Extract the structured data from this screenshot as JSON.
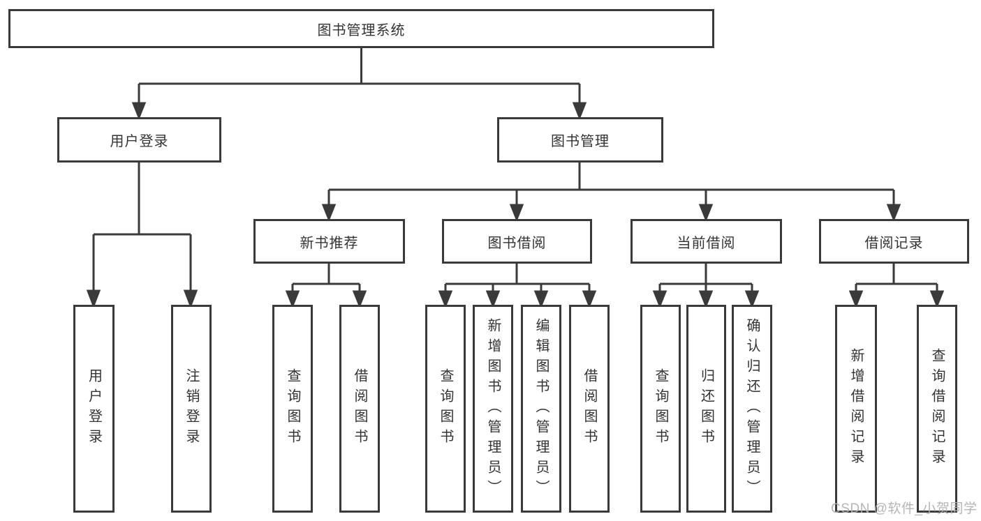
{
  "diagram": {
    "root": "图书管理系统",
    "level2": [
      "用户登录",
      "图书管理"
    ],
    "level3": [
      "新书推荐",
      "图书借阅",
      "当前借阅",
      "借阅记录"
    ],
    "leaves": {
      "user_login": [
        "用户登录",
        "注销登录"
      ],
      "new_books": [
        "查询图书",
        "借阅图书"
      ],
      "book_borrowing": [
        "查询图书",
        "新增图书（管理员）",
        "编辑图书（管理员）",
        "借阅图书"
      ],
      "current_borrowing": [
        "查询图书",
        "归还图书",
        "确认归还（管理员）"
      ],
      "borrowing_records": [
        "新增借阅记录",
        "查询借阅记录"
      ]
    }
  },
  "watermark": "CSDN @软件_小贺同学",
  "colors": {
    "line": "#3a3a3a",
    "text": "#333333",
    "watermark": "#b2b2b2",
    "background": "#ffffff"
  }
}
